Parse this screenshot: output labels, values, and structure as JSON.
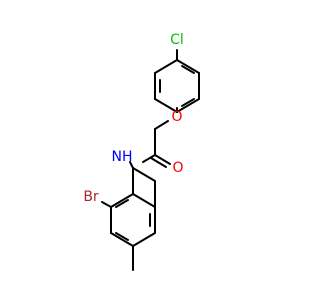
{
  "molecule": {
    "atoms": {
      "cl": "Cl",
      "o_ether": "O",
      "o_carbonyl": "O",
      "nh": "NH",
      "br": "Br"
    },
    "colors": {
      "bond": "#000000",
      "cl": "#00c000",
      "o": "#ff0000",
      "n": "#0000ff",
      "br": "#a52a2a"
    }
  }
}
